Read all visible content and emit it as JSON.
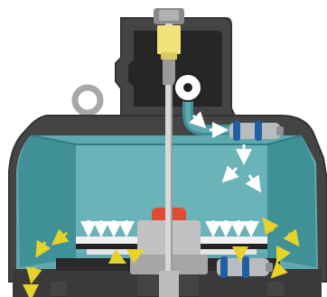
{
  "diagram": {
    "kind": "cutaway",
    "subject": "pneumatic-actuator-cross-section",
    "text_labels": []
  },
  "palette": {
    "background": "#ffffff",
    "housing_dark": "#333333",
    "housing_mid": "#444444",
    "housing_inner": "#222222",
    "chamber_fill": "#5fa8ae",
    "chamber_wall": "#3f9097",
    "chamber_edge": "#2d7d85",
    "fitting_yellow": "#f1e27c",
    "connector_silver": "#b9bcbf",
    "connector_blue": "#1f5fa6",
    "red_seal": "#e14a32",
    "airflow_white": "#ffffff",
    "airflow_yellow": "#e6d32a",
    "ring_gray": "#a8a8a8"
  },
  "components": [
    {
      "name": "upper-fitting",
      "icon": "fitting-icon"
    },
    {
      "name": "lifting-ring",
      "icon": "ring-icon"
    },
    {
      "name": "pressure-gauge",
      "icon": "gauge-icon"
    },
    {
      "name": "air-tube",
      "icon": "tube-icon"
    },
    {
      "name": "inlet-connector",
      "icon": "connector-icon"
    },
    {
      "name": "outlet-connector",
      "icon": "connector-icon"
    },
    {
      "name": "center-rod",
      "icon": "rod-icon"
    },
    {
      "name": "piston-plate",
      "icon": "plate-icon"
    },
    {
      "name": "red-seal",
      "icon": "seal-icon"
    }
  ],
  "airflow": {
    "inlet_color_name": "white",
    "exhaust_color_name": "yellow"
  }
}
